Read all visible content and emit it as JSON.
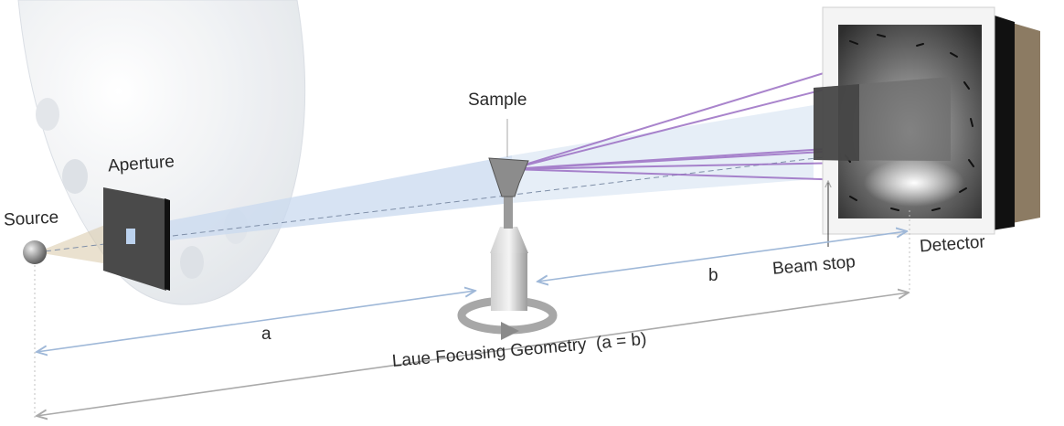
{
  "labels": {
    "source": "Source",
    "aperture": "Aperture",
    "sample": "Sample",
    "detector": "Detector",
    "beam_stop": "Beam stop",
    "distance_a": "a",
    "distance_b": "b",
    "geometry": "Laue Focusing Geometry  (a = b)"
  },
  "colors": {
    "beam": "#c9d9ef",
    "diffracted_beams": "#9b6fc4",
    "dimension_lines": "#9fb8d8",
    "housing": "#e8ebef",
    "detector_frame": "#f2f2f2",
    "detector_back": "#111111"
  }
}
